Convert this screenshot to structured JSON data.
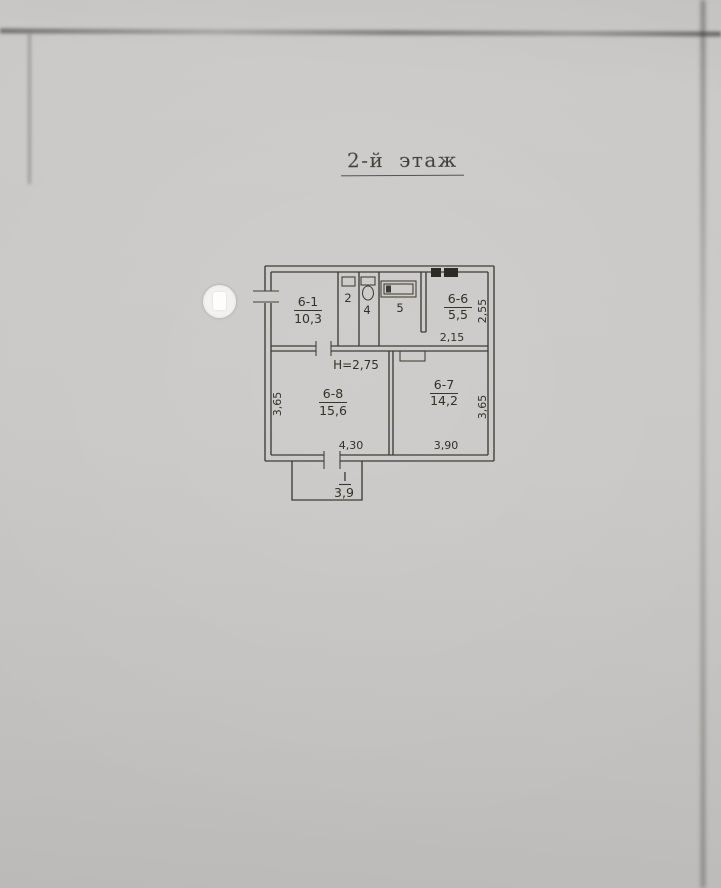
{
  "document": {
    "title": "2-й этаж"
  },
  "plan": {
    "height_note": "H=2,75",
    "rooms": {
      "r61": {
        "id": "6-1",
        "area": "10,3"
      },
      "r2": {
        "id": "2"
      },
      "r4": {
        "id": "4"
      },
      "r5": {
        "id": "5"
      },
      "r66": {
        "id": "6-6",
        "area": "5,5",
        "dim_right": "2,55",
        "dim_bottom": "2,15"
      },
      "r68": {
        "id": "6-8",
        "area": "15,6",
        "dim_left": "3,65",
        "dim_bottom": "4,30"
      },
      "r67": {
        "id": "6-7",
        "area": "14,2",
        "dim_right": "3,65",
        "dim_bottom": "3,90"
      },
      "balcony": {
        "id": "I",
        "area": "3,9"
      }
    }
  }
}
